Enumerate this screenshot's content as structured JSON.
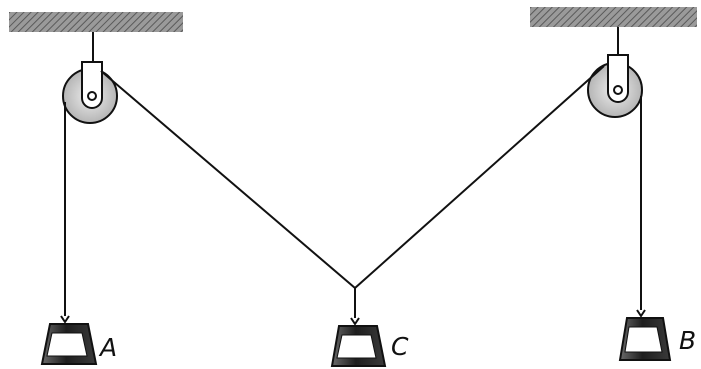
{
  "diagram": {
    "labels": {
      "mass_a": "A",
      "mass_b": "B",
      "mass_c": "C"
    },
    "colors": {
      "ink": "#111111",
      "ceiling": "#8a8a8a",
      "pulley_fill": "#c8c8c8",
      "mass_fill": "#2a2a2a"
    }
  }
}
